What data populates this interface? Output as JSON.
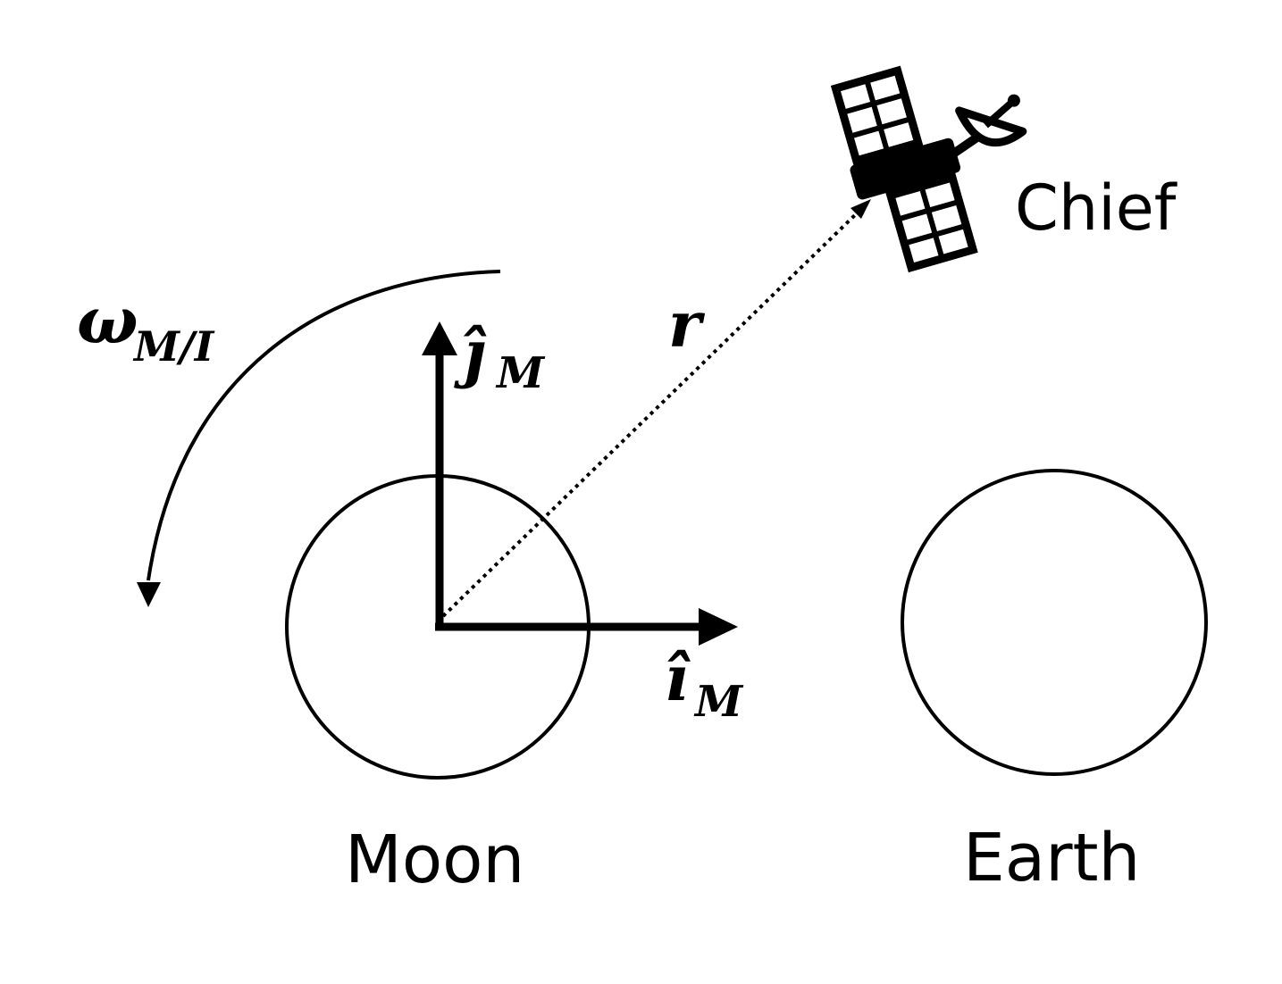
{
  "labels": {
    "moon": "Moon",
    "earth": "Earth",
    "chief": "Chief",
    "r": "r",
    "omega_main": "ω",
    "omega_sub": "M/I",
    "j_hat_main": "ĵ",
    "j_hat_sub": "M",
    "i_hat_main": "î",
    "i_hat_sub": "M"
  },
  "icons": {
    "satellite": "satellite-icon"
  },
  "colors": {
    "stroke": "#000000",
    "background": "#ffffff"
  }
}
